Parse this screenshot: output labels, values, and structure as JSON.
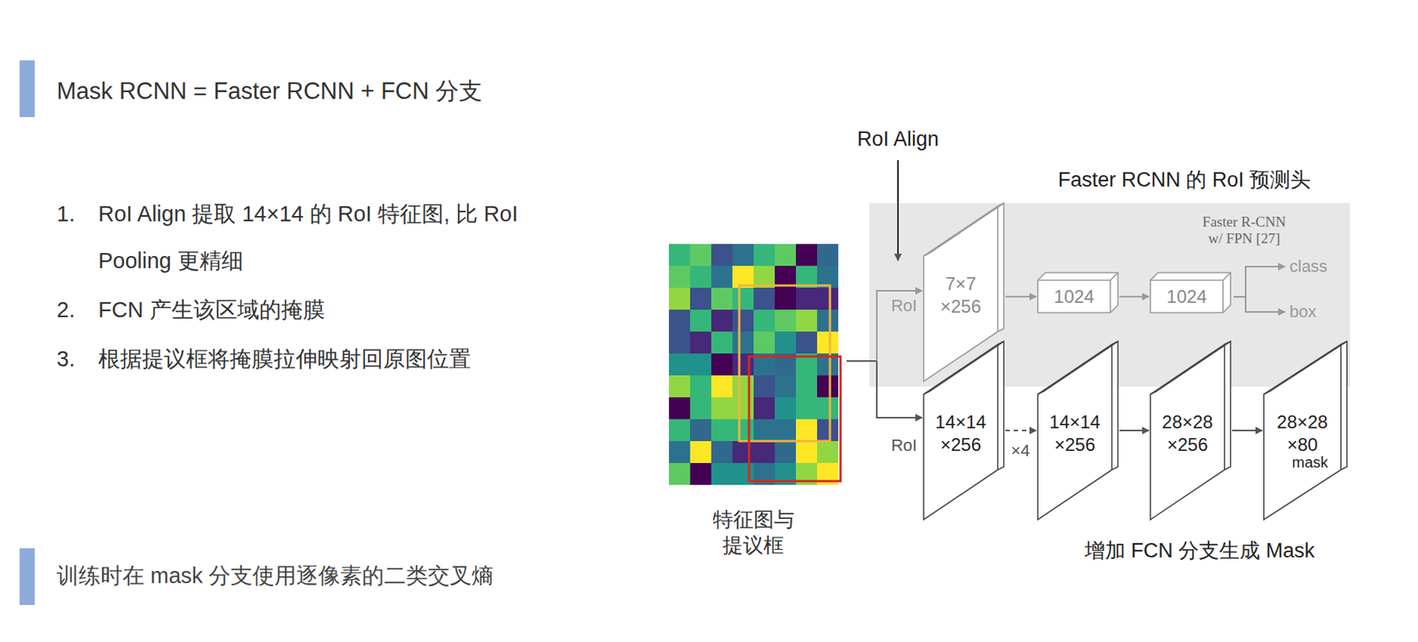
{
  "diagram": {
    "title": "Mask RCNN = Faster RCNN + FCN 分支",
    "nodes": [
      {
        "text": [
          "Faster RCNN 的 RoI 预测头",
          "Faster R-CNN w/ FPN [27]"
        ]
      },
      {
        "text": [
          "7×7 ×256"
        ],
        "in": 0
      },
      {
        "text": [
          "1024"
        ],
        "in": 0
      },
      {
        "text": [
          "1024"
        ],
        "in": 0
      },
      {
        "text": [
          "14×14 ×256"
        ]
      },
      {
        "text": [
          "14×14 ×256"
        ]
      },
      {
        "text": [
          "28×28 ×256"
        ]
      },
      {
        "text": [
          "28×28 ×80",
          "mask"
        ]
      }
    ],
    "edges": [
      {
        "from": 1,
        "to": 2,
        "arrow": "to"
      },
      {
        "from": 2,
        "to": 3,
        "arrow": "to"
      },
      {
        "from": 4,
        "to": 5,
        "arrow": "to"
      },
      {
        "from": 5,
        "to": 6,
        "arrow": "to"
      },
      {
        "from": 6,
        "to": 7,
        "arrow": "to"
      }
    ],
    "labels": [
      "1.",
      "RoI Align 提取 14×14 的 RoI 特征图, 比 RoI Pooling 更精细",
      "2.",
      "FCN 产生该区域的掩膜",
      "3.",
      "根据提议框将掩膜拉伸映射回原图位置",
      "训练时在 mask 分支使用逐像素的二类交叉熵",
      "RoI Align",
      "RoI",
      "RoI",
      "×4",
      "class",
      "box",
      "特征图与 提议框",
      "增加 FCN 分支生成 Mask"
    ]
  }
}
